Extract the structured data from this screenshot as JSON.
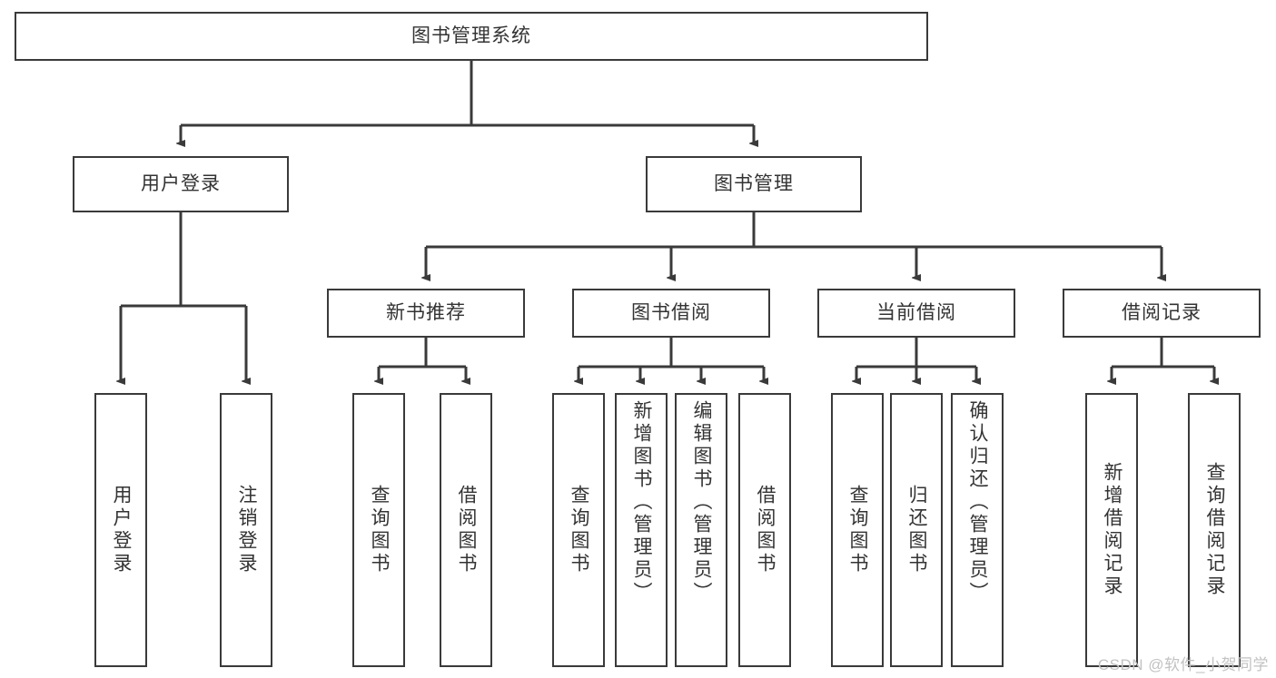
{
  "diagram": {
    "title": "图书管理系统",
    "type": "tree-hierarchy",
    "levels": 4,
    "root": {
      "label": "图书管理系统"
    },
    "level2": [
      {
        "label": "用户登录"
      },
      {
        "label": "图书管理"
      }
    ],
    "level3": [
      {
        "label": "新书推荐"
      },
      {
        "label": "图书借阅"
      },
      {
        "label": "当前借阅"
      },
      {
        "label": "借阅记录"
      }
    ],
    "leaves": {
      "user_login": [
        {
          "label": "用户登录"
        },
        {
          "label": "注销登录"
        }
      ],
      "new_book": [
        {
          "label": "查询图书"
        },
        {
          "label": "借阅图书"
        }
      ],
      "book_borrow": [
        {
          "label": "查询图书"
        },
        {
          "label": "新增图书（管理员）"
        },
        {
          "label": "编辑图书（管理员）"
        },
        {
          "label": "借阅图书"
        }
      ],
      "current_borrow": [
        {
          "label": "查询图书"
        },
        {
          "label": "归还图书"
        },
        {
          "label": "确认归还（管理员）"
        }
      ],
      "borrow_record": [
        {
          "label": "新增借阅记录"
        },
        {
          "label": "查询借阅记录"
        }
      ]
    }
  },
  "watermark": {
    "text": "CSDN @软件_小贺同学"
  },
  "colors": {
    "border": "#3a3a3a",
    "text": "#333333",
    "background": "#ffffff",
    "watermark": "#c2c2c2"
  }
}
